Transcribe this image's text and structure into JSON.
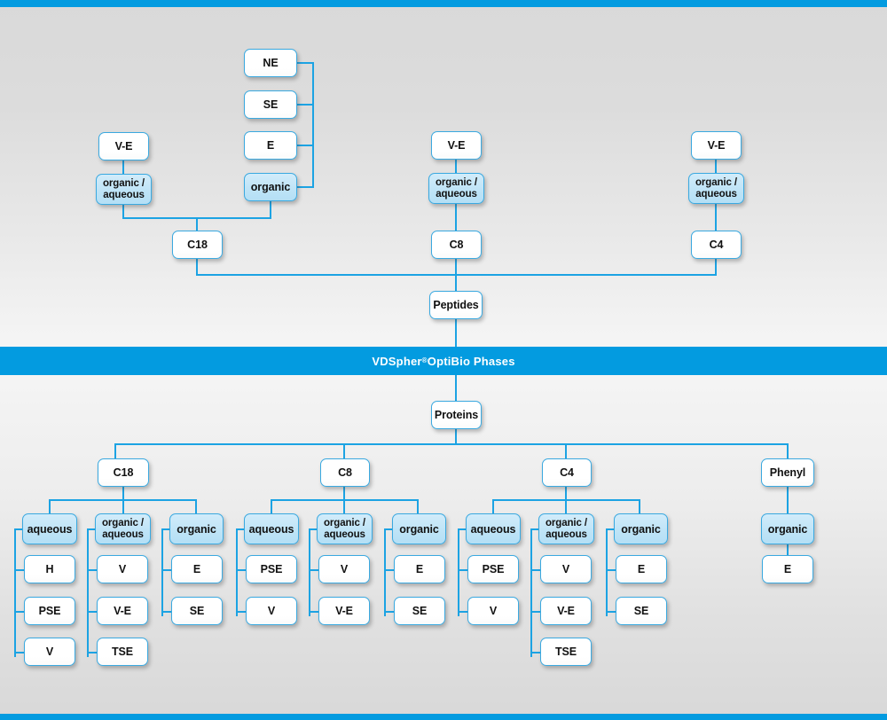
{
  "banner": {
    "brand": "VDSpher",
    "registered_mark": "®",
    "title": " OptiBio Phases",
    "full_text": "VDSpher® OptiBio Phases",
    "background_color": "#039be0",
    "text_color": "#ffffff"
  },
  "theme": {
    "accent": "#039be0",
    "line": "#1ca3e3",
    "box_border": "#3aa9e0",
    "box_fill_white": "#ffffff",
    "box_fill_blue": "#bfe4f7",
    "page_background": "#dcdcdc"
  },
  "chart_data": {
    "type": "diagram",
    "title": "VDSpher® OptiBio Phases",
    "root_nodes": [
      "Peptides",
      "Proteins"
    ],
    "peptides": {
      "label": "Peptides",
      "columns": [
        {
          "phase": "C18",
          "groups": [
            {
              "label": "organic /\naqueous",
              "fill": "blue",
              "parent_label": "V-E",
              "items": []
            },
            {
              "label": "organic",
              "fill": "blue",
              "items": [
                "NE",
                "SE",
                "E"
              ]
            }
          ]
        },
        {
          "phase": "C8",
          "groups": [
            {
              "label": "organic /\naqueous",
              "fill": "blue",
              "parent_label": "V-E",
              "items": []
            }
          ]
        },
        {
          "phase": "C4",
          "groups": [
            {
              "label": "organic /\naqueous",
              "fill": "blue",
              "parent_label": "V-E",
              "items": []
            }
          ]
        }
      ]
    },
    "proteins": {
      "label": "Proteins",
      "columns": [
        {
          "phase": "C18",
          "groups": [
            {
              "label": "aqueous",
              "items": [
                "H",
                "PSE",
                "V"
              ]
            },
            {
              "label": "organic /\naqueous",
              "items": [
                "V",
                "V-E",
                "TSE"
              ]
            },
            {
              "label": "organic",
              "items": [
                "E",
                "SE"
              ]
            }
          ]
        },
        {
          "phase": "C8",
          "groups": [
            {
              "label": "aqueous",
              "items": [
                "PSE",
                "V"
              ]
            },
            {
              "label": "organic /\naqueous",
              "items": [
                "V",
                "V-E"
              ]
            },
            {
              "label": "organic",
              "items": [
                "E",
                "SE"
              ]
            }
          ]
        },
        {
          "phase": "C4",
          "groups": [
            {
              "label": "aqueous",
              "items": [
                "PSE",
                "V"
              ]
            },
            {
              "label": "organic /\naqueous",
              "items": [
                "V",
                "V-E",
                "TSE"
              ]
            },
            {
              "label": "organic",
              "items": [
                "E",
                "SE"
              ]
            }
          ]
        },
        {
          "phase": "Phenyl",
          "groups": [
            {
              "label": "organic",
              "items": [
                "E"
              ]
            }
          ]
        }
      ]
    }
  },
  "top": {
    "c18": {
      "phase": "C18",
      "left_chain": {
        "top": "V-E",
        "mid_line1": "organic /",
        "mid_line2": "aqueous"
      },
      "right_group": {
        "organic": "organic",
        "items": [
          "NE",
          "SE",
          "E"
        ]
      }
    },
    "c8": {
      "phase": "C8",
      "chain": {
        "top": "V-E",
        "mid_line1": "organic /",
        "mid_line2": "aqueous"
      }
    },
    "c4": {
      "phase": "C4",
      "chain": {
        "top": "V-E",
        "mid_line1": "organic /",
        "mid_line2": "aqueous"
      }
    },
    "peptides": "Peptides"
  },
  "bottom": {
    "proteins": "Proteins",
    "c18": {
      "phase": "C18",
      "aqueous": {
        "head": "aqueous",
        "items": [
          "H",
          "PSE",
          "V"
        ]
      },
      "organic_aqueous": {
        "head_line1": "organic /",
        "head_line2": "aqueous",
        "items": [
          "V",
          "V-E",
          "TSE"
        ]
      },
      "organic": {
        "head": "organic",
        "items": [
          "E",
          "SE"
        ]
      }
    },
    "c8": {
      "phase": "C8",
      "aqueous": {
        "head": "aqueous",
        "items": [
          "PSE",
          "V"
        ]
      },
      "organic_aqueous": {
        "head_line1": "organic /",
        "head_line2": "aqueous",
        "items": [
          "V",
          "V-E"
        ]
      },
      "organic": {
        "head": "organic",
        "items": [
          "E",
          "SE"
        ]
      }
    },
    "c4": {
      "phase": "C4",
      "aqueous": {
        "head": "aqueous",
        "items": [
          "PSE",
          "V"
        ]
      },
      "organic_aqueous": {
        "head_line1": "organic /",
        "head_line2": "aqueous",
        "items": [
          "V",
          "V-E",
          "TSE"
        ]
      },
      "organic": {
        "head": "organic",
        "items": [
          "E",
          "SE"
        ]
      }
    },
    "phenyl": {
      "phase": "Phenyl",
      "organic": {
        "head": "organic",
        "items": [
          "E"
        ]
      }
    }
  }
}
